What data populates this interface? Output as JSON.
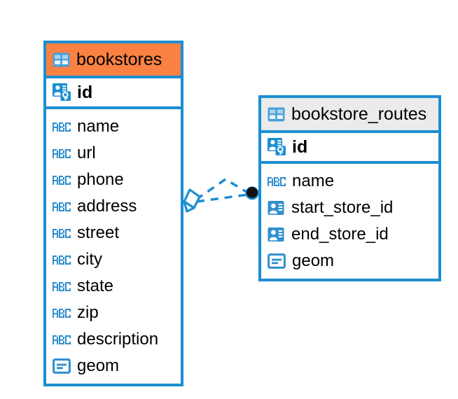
{
  "diagram": {
    "type": "entity-relationship-diagram",
    "background_color": "#ffffff",
    "accent_color": "#1b8ed2",
    "highlight_color": "#fa8142",
    "header_grey": "#ebebeb"
  },
  "entities": [
    {
      "name": "bookstores",
      "header_style": "accent-orange",
      "primary_key": {
        "icon": "primary-key-icon",
        "label": "id"
      },
      "fields": [
        {
          "icon": "abc-text-icon",
          "label": "name"
        },
        {
          "icon": "abc-text-icon",
          "label": "url"
        },
        {
          "icon": "abc-text-icon",
          "label": "phone"
        },
        {
          "icon": "abc-text-icon",
          "label": "address"
        },
        {
          "icon": "abc-text-icon",
          "label": "street"
        },
        {
          "icon": "abc-text-icon",
          "label": "city"
        },
        {
          "icon": "abc-text-icon",
          "label": "state"
        },
        {
          "icon": "abc-text-icon",
          "label": "zip"
        },
        {
          "icon": "abc-text-icon",
          "label": "description"
        },
        {
          "icon": "geometry-icon",
          "label": "geom"
        }
      ]
    },
    {
      "name": "bookstore_routes",
      "header_style": "accent-grey",
      "primary_key": {
        "icon": "primary-key-icon",
        "label": "id"
      },
      "fields": [
        {
          "icon": "abc-text-icon",
          "label": "name"
        },
        {
          "icon": "foreign-key-icon",
          "label": "start_store_id"
        },
        {
          "icon": "foreign-key-icon",
          "label": "end_store_id"
        },
        {
          "icon": "geometry-icon",
          "label": "geom"
        }
      ]
    }
  ],
  "relationship": {
    "name": "bookstores-to-bookstore-routes",
    "source_marker": "diamond-marker",
    "target_marker": "filled-circle-marker",
    "line_style": "dashed",
    "line_color": "#1b8ed2",
    "target_marker_color": "#000000"
  }
}
